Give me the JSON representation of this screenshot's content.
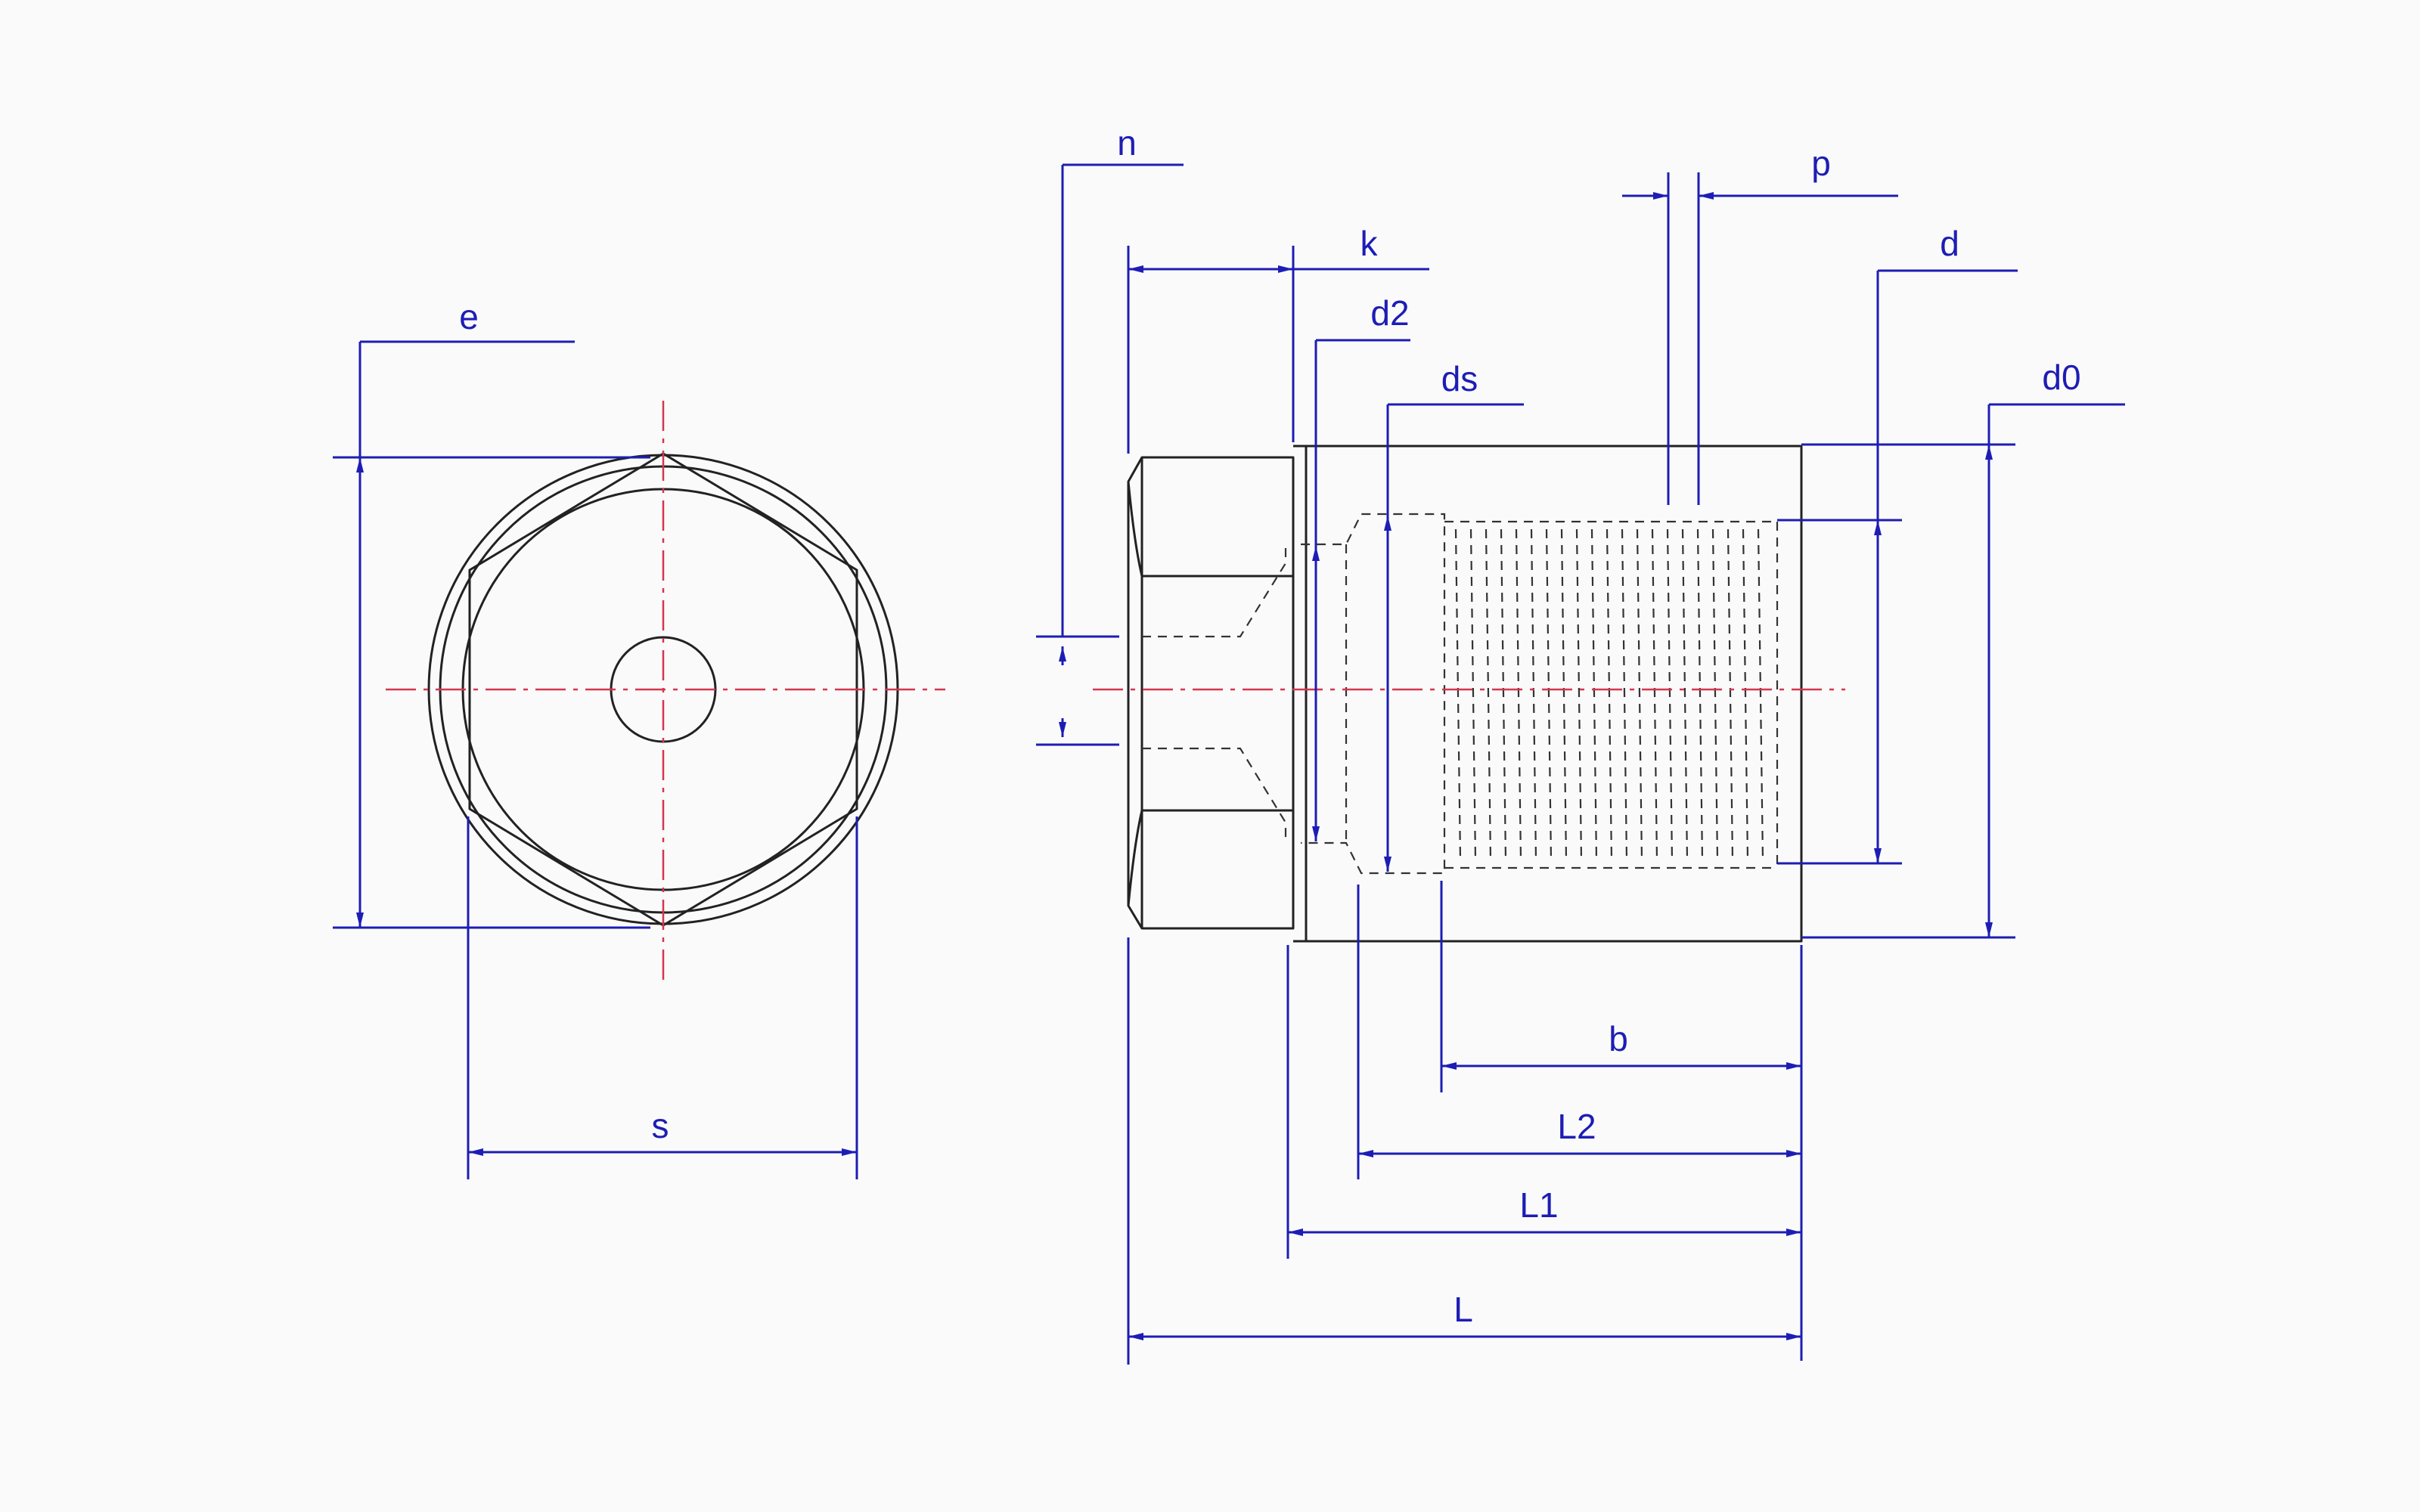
{
  "labels": {
    "e": "e",
    "s": "s",
    "n": "n",
    "k": "k",
    "d2": "d2",
    "ds": "ds",
    "p": "p",
    "d": "d",
    "d0": "d0",
    "b": "b",
    "L2": "L2",
    "L1": "L1",
    "L": "L"
  },
  "colors": {
    "part_outline": "#222222",
    "dimension": "#1d1db5",
    "center_line": "#d4364f",
    "background": "#fafafa"
  }
}
